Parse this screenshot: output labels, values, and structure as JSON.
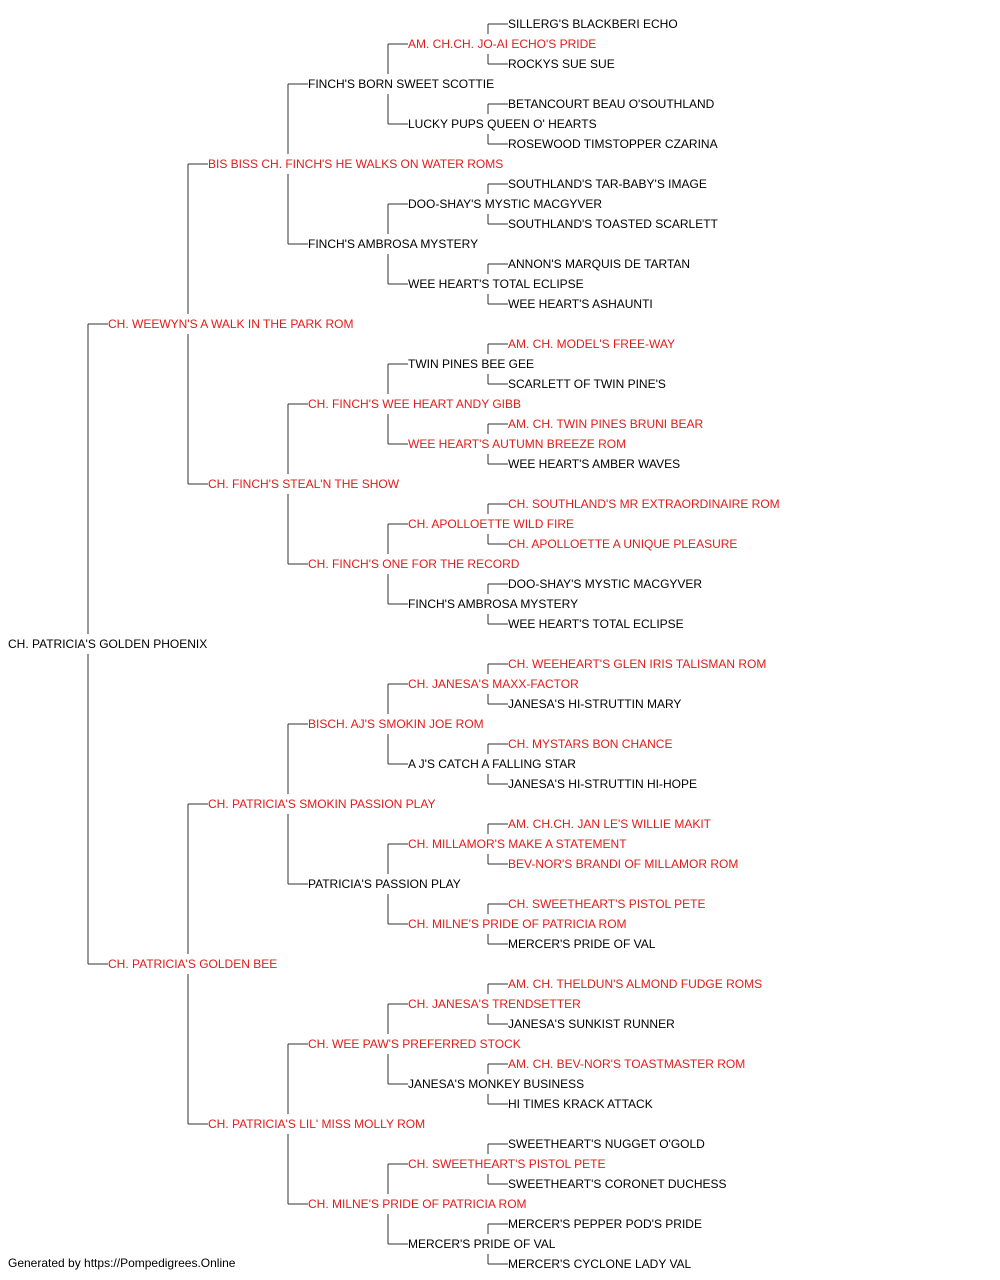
{
  "colors": {
    "titled": "#e31b1b",
    "plain": "#000000",
    "connector": "#333333"
  },
  "footer": "Generated by https://Pompedigrees.Online",
  "pedigree": {
    "name": "CH. PATRICIA'S GOLDEN PHOENIX",
    "titled": false,
    "sire": {
      "name": "CH. WEEWYN'S A WALK IN THE PARK ROM",
      "titled": true,
      "sire": {
        "name": "BIS BISS CH. FINCH'S HE WALKS ON WATER ROMS",
        "titled": true,
        "sire": {
          "name": "FINCH'S BORN SWEET SCOTTIE",
          "titled": false,
          "sire": {
            "name": "AM. CH.CH. JO-AI ECHO'S PRIDE",
            "titled": true,
            "sire": {
              "name": "SILLERG'S BLACKBERI ECHO",
              "titled": false
            },
            "dam": {
              "name": "ROCKYS SUE SUE",
              "titled": false
            }
          },
          "dam": {
            "name": "LUCKY PUPS QUEEN O' HEARTS",
            "titled": false,
            "sire": {
              "name": "BETANCOURT BEAU O'SOUTHLAND",
              "titled": false
            },
            "dam": {
              "name": "ROSEWOOD TIMSTOPPER CZARINA",
              "titled": false
            }
          }
        },
        "dam": {
          "name": "FINCH'S AMBROSA MYSTERY",
          "titled": false,
          "sire": {
            "name": "DOO-SHAY'S MYSTIC MACGYVER",
            "titled": false,
            "sire": {
              "name": "SOUTHLAND'S TAR-BABY'S IMAGE",
              "titled": false
            },
            "dam": {
              "name": "SOUTHLAND'S TOASTED SCARLETT",
              "titled": false
            }
          },
          "dam": {
            "name": "WEE HEART'S TOTAL ECLIPSE",
            "titled": false,
            "sire": {
              "name": "ANNON'S MARQUIS DE TARTAN",
              "titled": false
            },
            "dam": {
              "name": "WEE HEART'S ASHAUNTI",
              "titled": false
            }
          }
        }
      },
      "dam": {
        "name": "CH. FINCH'S STEAL'N THE SHOW",
        "titled": true,
        "sire": {
          "name": "CH. FINCH'S WEE HEART ANDY GIBB",
          "titled": true,
          "sire": {
            "name": "TWIN PINES BEE GEE",
            "titled": false,
            "sire": {
              "name": "AM. CH. MODEL'S FREE-WAY",
              "titled": true
            },
            "dam": {
              "name": "SCARLETT OF TWIN PINE'S",
              "titled": false
            }
          },
          "dam": {
            "name": "WEE HEART'S AUTUMN BREEZE ROM",
            "titled": true,
            "sire": {
              "name": "AM. CH. TWIN PINES BRUNI BEAR",
              "titled": true
            },
            "dam": {
              "name": "WEE HEART'S AMBER WAVES",
              "titled": false
            }
          }
        },
        "dam": {
          "name": "CH. FINCH'S ONE FOR THE RECORD",
          "titled": true,
          "sire": {
            "name": "CH. APOLLOETTE WILD FIRE",
            "titled": true,
            "sire": {
              "name": "CH. SOUTHLAND'S MR EXTRAORDINAIRE ROM",
              "titled": true
            },
            "dam": {
              "name": "CH. APOLLOETTE A UNIQUE PLEASURE",
              "titled": true
            }
          },
          "dam": {
            "name": "FINCH'S AMBROSA MYSTERY",
            "titled": false,
            "sire": {
              "name": "DOO-SHAY'S MYSTIC MACGYVER",
              "titled": false
            },
            "dam": {
              "name": "WEE HEART'S TOTAL ECLIPSE",
              "titled": false
            }
          }
        }
      }
    },
    "dam": {
      "name": "CH. PATRICIA'S GOLDEN BEE",
      "titled": true,
      "sire": {
        "name": "CH. PATRICIA'S SMOKIN PASSION PLAY",
        "titled": true,
        "sire": {
          "name": "BISCH. AJ'S SMOKIN JOE ROM",
          "titled": true,
          "sire": {
            "name": "CH. JANESA'S MAXX-FACTOR",
            "titled": true,
            "sire": {
              "name": "CH. WEEHEART'S GLEN IRIS TALISMAN ROM",
              "titled": true
            },
            "dam": {
              "name": "JANESA'S HI-STRUTTIN MARY",
              "titled": false
            }
          },
          "dam": {
            "name": "A J'S CATCH A FALLING STAR",
            "titled": false,
            "sire": {
              "name": "CH. MYSTARS BON CHANCE",
              "titled": true
            },
            "dam": {
              "name": "JANESA'S HI-STRUTTIN HI-HOPE",
              "titled": false
            }
          }
        },
        "dam": {
          "name": "PATRICIA'S PASSION PLAY",
          "titled": false,
          "sire": {
            "name": "CH. MILLAMOR'S MAKE A STATEMENT",
            "titled": true,
            "sire": {
              "name": "AM. CH.CH. JAN LE'S WILLIE MAKIT",
              "titled": true
            },
            "dam": {
              "name": "BEV-NOR'S BRANDI OF MILLAMOR ROM",
              "titled": true
            }
          },
          "dam": {
            "name": "CH. MILNE'S PRIDE OF PATRICIA ROM",
            "titled": true,
            "sire": {
              "name": "CH. SWEETHEART'S PISTOL PETE",
              "titled": true
            },
            "dam": {
              "name": "MERCER'S PRIDE OF VAL",
              "titled": false
            }
          }
        }
      },
      "dam": {
        "name": "CH. PATRICIA'S LIL' MISS MOLLY ROM",
        "titled": true,
        "sire": {
          "name": "CH. WEE PAW'S PREFERRED STOCK",
          "titled": true,
          "sire": {
            "name": "CH. JANESA'S TRENDSETTER",
            "titled": true,
            "sire": {
              "name": "AM. CH. THELDUN'S ALMOND FUDGE ROMS",
              "titled": true
            },
            "dam": {
              "name": "JANESA'S SUNKIST RUNNER",
              "titled": false
            }
          },
          "dam": {
            "name": "JANESA'S MONKEY BUSINESS",
            "titled": false,
            "sire": {
              "name": "AM. CH. BEV-NOR'S TOASTMASTER ROM",
              "titled": true
            },
            "dam": {
              "name": "HI TIMES KRACK ATTACK",
              "titled": false
            }
          }
        },
        "dam": {
          "name": "CH. MILNE'S PRIDE OF PATRICIA ROM",
          "titled": true,
          "sire": {
            "name": "CH. SWEETHEART'S PISTOL PETE",
            "titled": true,
            "sire": {
              "name": "SWEETHEART'S NUGGET O'GOLD",
              "titled": false
            },
            "dam": {
              "name": "SWEETHEART'S CORONET DUCHESS",
              "titled": false
            }
          },
          "dam": {
            "name": "MERCER'S PRIDE OF VAL",
            "titled": false,
            "sire": {
              "name": "MERCER'S PEPPER POD'S PRIDE",
              "titled": false
            },
            "dam": {
              "name": "MERCER'S CYCLONE LADY VAL",
              "titled": false
            }
          }
        }
      }
    }
  }
}
